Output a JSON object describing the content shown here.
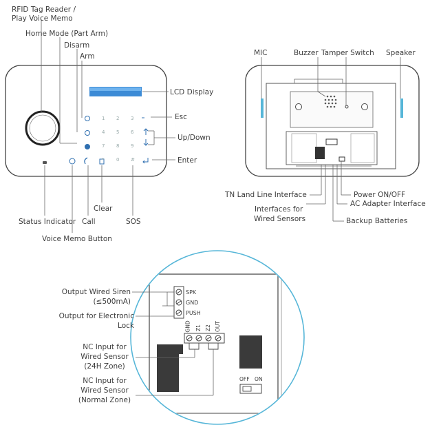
{
  "panel": {
    "rfid": "RFID Tag Reader /",
    "rfid2": "Play Voice Memo",
    "home_mode": "Home Mode (Part Arm)",
    "disarm": "Disarm",
    "arm": "Arm",
    "lcd": "LCD Display",
    "esc": "Esc",
    "updown": "Up/Down",
    "enter": "Enter",
    "status": "Status Indicator",
    "call": "Call",
    "clear": "Clear",
    "sos": "SOS",
    "voice_memo": "Voice Memo Button",
    "keys": [
      "1",
      "2",
      "3",
      "4",
      "5",
      "6",
      "7",
      "8",
      "9",
      "*",
      "0",
      "#"
    ]
  },
  "back": {
    "mic": "MIC",
    "buzzer": "Buzzer",
    "tamper": "Tamper Switch",
    "speaker": "Speaker",
    "tn_line": "TN Land Line Interface",
    "power": "Power ON/OFF",
    "wired1": "Interfaces for",
    "wired2": "Wired Sensors",
    "adapter": "AC Adapter Interface",
    "batteries": "Backup Batteries"
  },
  "terminals": {
    "siren1": "Output Wired Siren",
    "siren2": "(≤500mA)",
    "lock1": "Output for Electronic",
    "lock2": "Lock",
    "nc24_1": "NC Input for",
    "nc24_2": "Wired Sensor",
    "nc24_3": "(24H Zone)",
    "ncn_1": "NC Input for",
    "ncn_2": "Wired Sensor",
    "ncn_3": "(Normal Zone)",
    "spk": "SPK",
    "gnd": "GND",
    "push": "PUSH",
    "row": [
      "GND",
      "Z1",
      "Z2",
      "OUT"
    ],
    "off": "OFF",
    "on": "ON"
  },
  "colors": {
    "accent": "#56b6d8",
    "line": "#555555"
  }
}
